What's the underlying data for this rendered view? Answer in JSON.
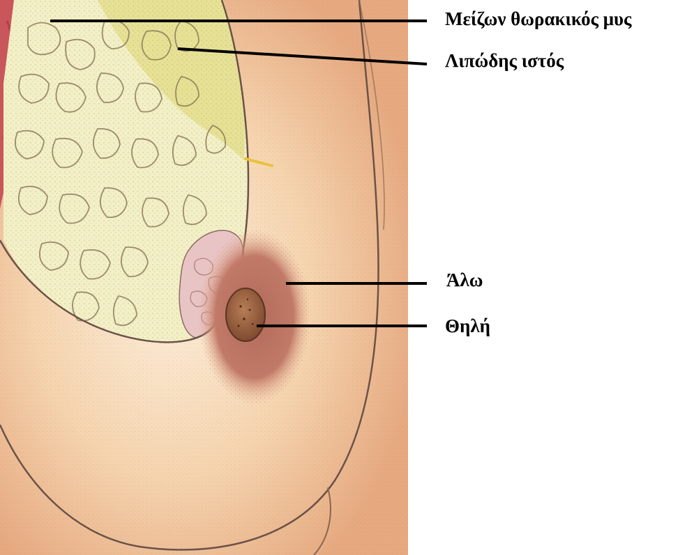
{
  "labels": {
    "pectoralis_major": "Μείζων θωρακικός μυς",
    "adipose_tissue": "Λιπώδης  ιστός",
    "areola": "Άλω",
    "nipple": "Θηλή"
  },
  "colors": {
    "skin": "#f0c49a",
    "skin_light": "#fae6cc",
    "muscle": "#c9565a",
    "fat": "#f3efc6",
    "fat_yellow": "#e3dc86",
    "areola": "#b8695c",
    "nipple": "#9a5a3a",
    "gland": "#e9c4c4",
    "outline": "#6a5248",
    "leader_line": "#000000"
  }
}
